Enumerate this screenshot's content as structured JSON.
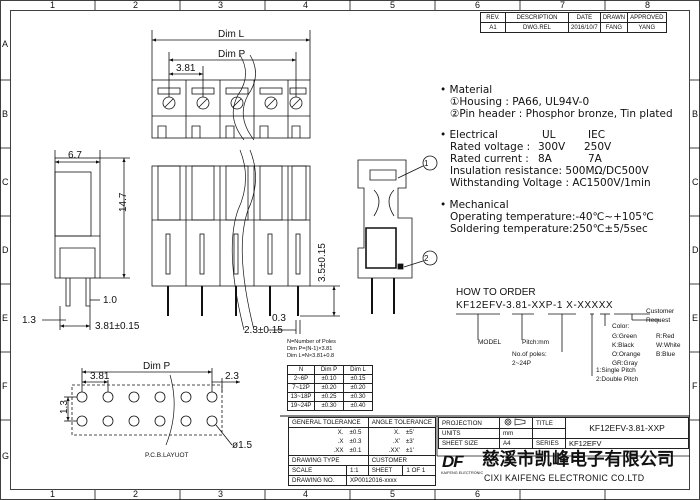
{
  "frame": {
    "columns": [
      "1",
      "2",
      "3",
      "4",
      "5",
      "6",
      "7",
      "8"
    ],
    "rows": [
      "A",
      "B",
      "C",
      "D",
      "E",
      "F",
      "G"
    ]
  },
  "revision": {
    "headers": [
      "REV.",
      "DESCRIPTION",
      "DATE",
      "DRAWN",
      "APPROVED"
    ],
    "rows": [
      [
        "A1",
        "DWG.REL",
        "2016/10/7",
        "FANG",
        "YANG"
      ]
    ]
  },
  "dims": {
    "dim_l": "Dim L",
    "dim_p": "Dim P",
    "pitch_top": "3.81",
    "width_side": "6.7",
    "height_side": "14.7",
    "pin_len": "3.5±0.15",
    "pin_gap": "1.0",
    "base_offset": "1.3",
    "pitch_tol": "3.81±0.15",
    "pin_thick": "0.3",
    "pin_off": "2.3±0.15",
    "pcb_dim_p": "Dim P",
    "pcb_pitch": "3.81",
    "pcb_right": "2.3",
    "pcb_row": "1.3",
    "hole": "ø1.5",
    "pcb_label": "P.C.B.LAYUOT",
    "balloon_1": "1",
    "balloon_2": "2"
  },
  "specs": {
    "material_head": "Material",
    "housing": "①Housing : PA66, UL94V-0",
    "pin_header": "②Pin header : Phosphor bronze, Tin plated",
    "electrical_head": "Electrical",
    "col_ul": "UL",
    "col_iec": "IEC",
    "voltage_label": "Rated voltage :",
    "voltage_ul": "300V",
    "voltage_iec": "250V",
    "current_label": "Rated current :",
    "current_ul": "8A",
    "current_iec": "7A",
    "insulation": "Insulation resistance: 500MΩ/DC500V",
    "withstanding": "Withstanding Voltage : AC1500V/1min",
    "mechanical_head": "Mechanical",
    "op_temp": "Operating temperature:-40℃~+105℃",
    "solder_temp": "Soldering temperature:250℃±5/5sec"
  },
  "order": {
    "title": "HOW TO ORDER",
    "code_a": "KF12EFV",
    "code_b": "3.81",
    "code_c": "XXP",
    "code_d": "1",
    "code_e": "X",
    "code_f": "XXXXX",
    "sep": "-",
    "model": "MODEL",
    "pitch": "Pitch:mm",
    "poles_1": "No.of poles:",
    "poles_2": "2~24P",
    "pitch_opt_1": "1:Single Pitch",
    "pitch_opt_2": "2:Double Pitch",
    "color_head": "Color:",
    "colors": [
      "G:Green",
      "R:Red",
      "K:Black",
      "W:White",
      "O:Orange",
      "B:Blue",
      "GR:Gray"
    ],
    "customer_1": "Customer",
    "customer_2": "Request"
  },
  "poles_table": {
    "note_1": "N=Number of Poles",
    "note_2": "Dim  P=(N-1)×3.81",
    "note_3": "Dim  L=N×3.81+0.8",
    "headers": [
      "N",
      "Dim  P",
      "Dim  L"
    ],
    "rows": [
      [
        "2~6P",
        "±0.10",
        "±0.15"
      ],
      [
        "7~12P",
        "±0.20",
        "±0.20"
      ],
      [
        "13~18P",
        "±0.25",
        "±0.30"
      ],
      [
        "19~24P",
        "±0.30",
        "±0.40"
      ]
    ]
  },
  "tolerance": {
    "general": "GENERAL TOLERANCE",
    "angle": "ANGLE  TOLERANCE",
    "gen_rows": [
      [
        "X.",
        "±0.5"
      ],
      [
        ".X",
        "±0.3"
      ],
      [
        ".XX",
        "±0.1"
      ]
    ],
    "ang_rows": [
      [
        "X.",
        "±5'"
      ],
      [
        ".X'",
        "±3'"
      ],
      [
        ".XX'",
        "±1'"
      ]
    ],
    "drawing_type": "DRAWING TYPE",
    "customer": "CUSTOMER",
    "scale_label": "SCALE",
    "scale": "1:1",
    "sheet_label": "SHEET",
    "sheet": "1  OF  1",
    "drawing_no_label": "DRAWING NO.",
    "drawing_no": "XP0012016-xxxx"
  },
  "title_block": {
    "projection": "PROJECTION",
    "units": "UNITS",
    "units_val": "mm",
    "sheet_size": "SHEET SIZE",
    "sheet_size_val": "A4",
    "title_label": "TITLE",
    "title": "KF12EFV-3.81-XXP",
    "series_label": "SERIES",
    "series": "KF12EFV",
    "logo": "DF",
    "logo_sub": "KAIFENG ELECTRONIC",
    "company_cn": "慈溪市凯峰电子有限公司",
    "company_en": "CIXI KAIFENG ELECTRONIC CO.LTD"
  },
  "colors": {
    "ink": "#111111",
    "red": "#d4141b"
  }
}
